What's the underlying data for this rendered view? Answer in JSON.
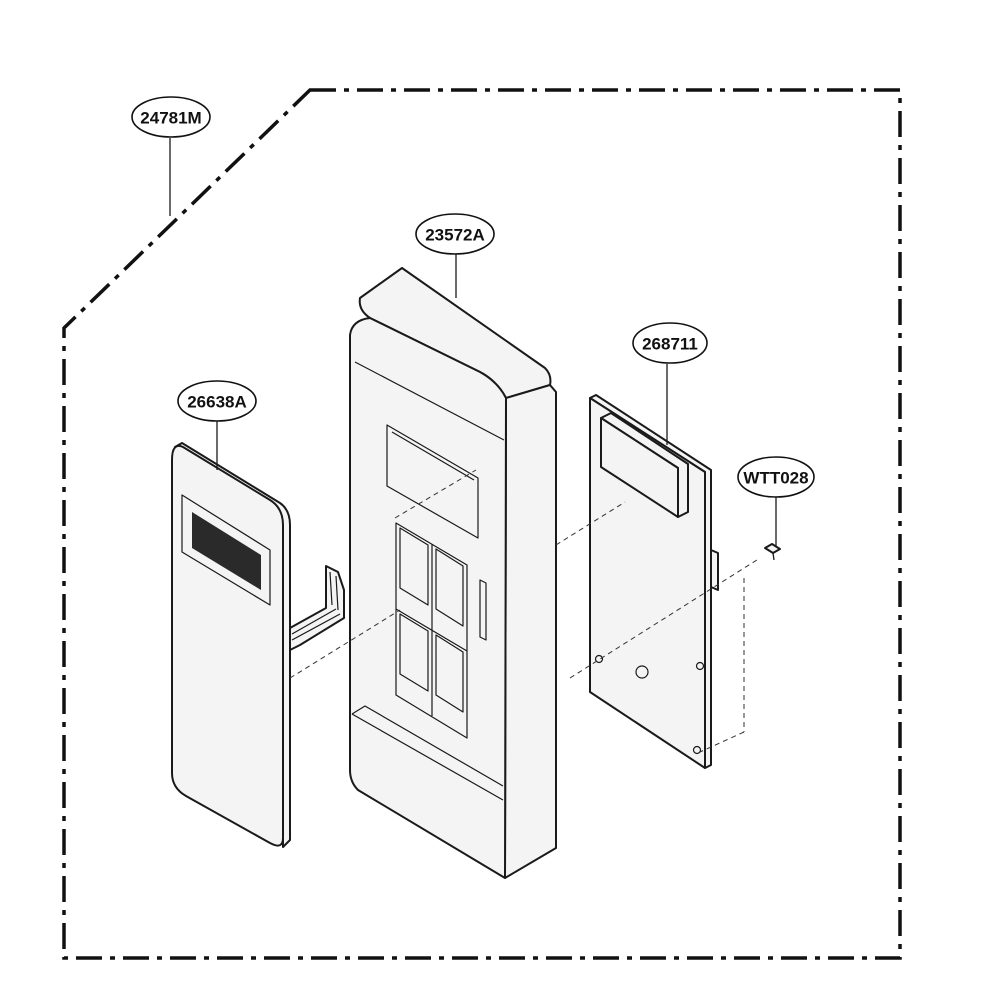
{
  "diagram": {
    "callouts": [
      {
        "id": "outer-assembly",
        "label": "24781M"
      },
      {
        "id": "control-panel-housing",
        "label": "23572A"
      },
      {
        "id": "control-board",
        "label": "268711"
      },
      {
        "id": "membrane-keypad",
        "label": "26638A"
      },
      {
        "id": "screw",
        "label": "WTT028"
      }
    ],
    "colors": {
      "line": "#1a1a1a",
      "part_fill": "#f4f4f4",
      "display_window": "#2a2a2a"
    }
  }
}
